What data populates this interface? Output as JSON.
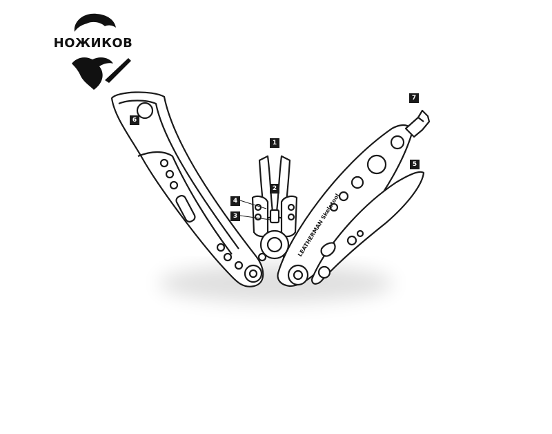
{
  "logo": {
    "text": "НОЖИКОВ"
  },
  "callouts": [
    {
      "id": "1",
      "label": "1"
    },
    {
      "id": "2",
      "label": "2"
    },
    {
      "id": "3",
      "label": "3"
    },
    {
      "id": "4",
      "label": "4"
    },
    {
      "id": "5",
      "label": "5"
    },
    {
      "id": "6",
      "label": "6"
    },
    {
      "id": "7",
      "label": "7"
    }
  ],
  "engraving": "LEATHERMAN Skeletool",
  "colors": {
    "ink": "#1a1a1a",
    "background": "#ffffff"
  }
}
